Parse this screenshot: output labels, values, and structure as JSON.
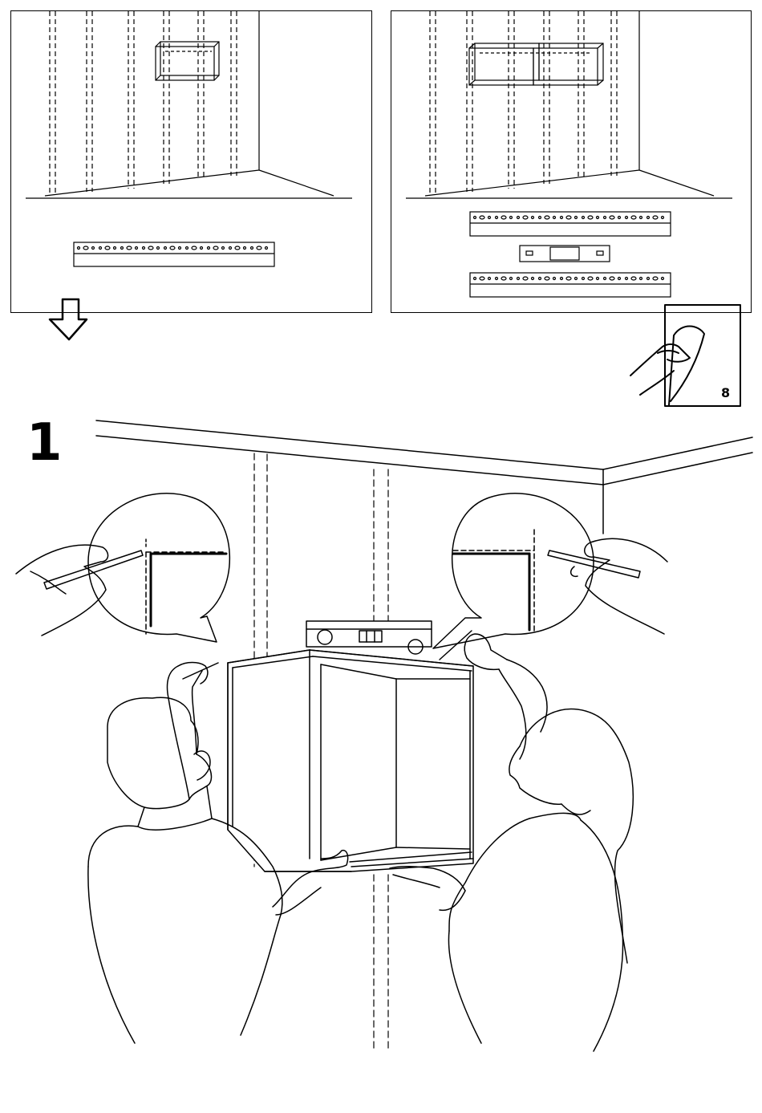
{
  "step": {
    "number": "1"
  },
  "page_reference": {
    "number": "8"
  },
  "overview": {
    "left_panel": {
      "cabinet": "single-wall-cabinet",
      "rail": "suspension-rail"
    },
    "right_panel": {
      "cabinet": "double-wall-cabinet",
      "parts": [
        "suspension-rail",
        "connector-fitting",
        "suspension-rail"
      ]
    }
  },
  "icons": [
    "down-arrow-icon",
    "turn-page-icon",
    "spirit-level-icon",
    "pencil-icon"
  ]
}
